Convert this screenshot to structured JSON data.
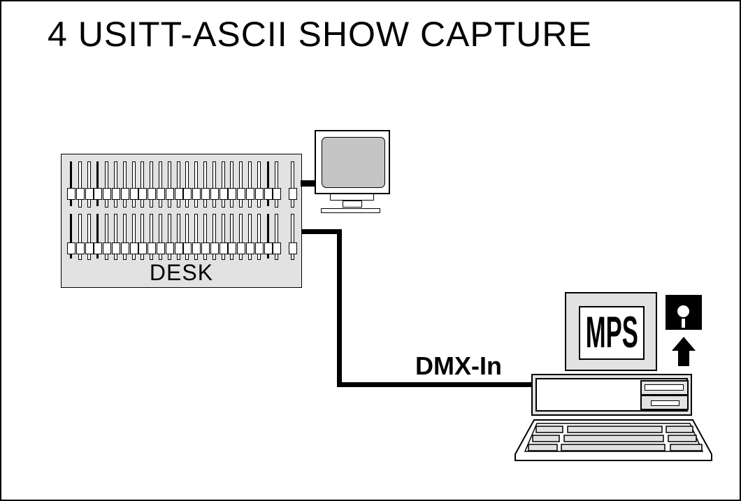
{
  "title": "4 USITT-ASCII SHOW CAPTURE",
  "desk": {
    "label": "DESK",
    "rows": 2,
    "faders_per_row": 25,
    "main_group_count": 24,
    "solid_stem_indexes": [
      0,
      3,
      22
    ]
  },
  "connection": {
    "label": "DMX-In"
  },
  "computer": {
    "screen_label": "MPS",
    "drive_bay_count": 2
  },
  "icons": {
    "crt_monitor": "crt-monitor-icon",
    "floppy_disk": "floppy-disk-icon",
    "upload_arrow": "arrow-up-icon",
    "keyboard": "keyboard-icon"
  },
  "colors": {
    "panel_gray": "#e2e2e2",
    "screen_gray": "#c5c5c5",
    "ink": "#000000",
    "background": "#ffffff"
  }
}
